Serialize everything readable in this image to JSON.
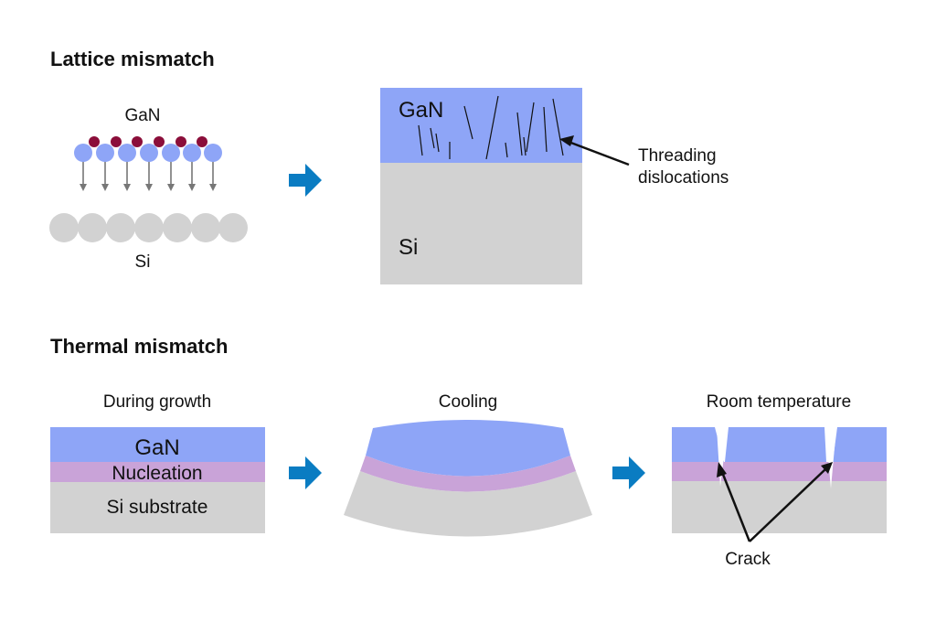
{
  "lattice": {
    "heading": "Lattice mismatch",
    "gan_label": "GaN",
    "si_label": "Si",
    "block_gan_label": "GaN",
    "block_si_label": "Si",
    "annotation_line1": "Threading",
    "annotation_line2": "dislocations"
  },
  "thermal": {
    "heading": "Thermal mismatch",
    "stages": {
      "growth": "During growth",
      "cooling": "Cooling",
      "room": "Room temperature"
    },
    "layers": {
      "gan": "GaN",
      "nucleation": "Nucleation",
      "substrate": "Si substrate"
    },
    "crack_label": "Crack"
  },
  "colors": {
    "gan": "#8ea5f7",
    "nucleation": "#c9a3d8",
    "silicon": "#d2d2d2",
    "arrow": "#0a7cc2",
    "nitrogen_atom": "#8b0e3a"
  }
}
